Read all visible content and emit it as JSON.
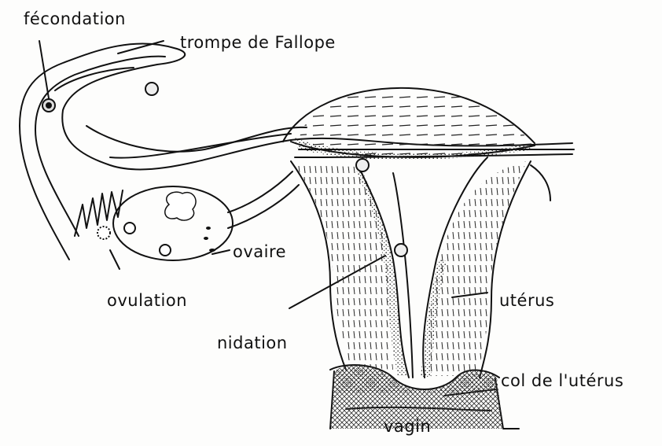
{
  "labels": {
    "fecondation": "fécondation",
    "trompe": "trompe de Fallope",
    "ovaire": "ovaire",
    "ovulation": "ovulation",
    "nidation": "nidation",
    "uterus": "utérus",
    "col": "col de l'utérus",
    "vagin": "vagin"
  },
  "colors": {
    "ink": "#111111",
    "paper": "#fdfdfc"
  }
}
